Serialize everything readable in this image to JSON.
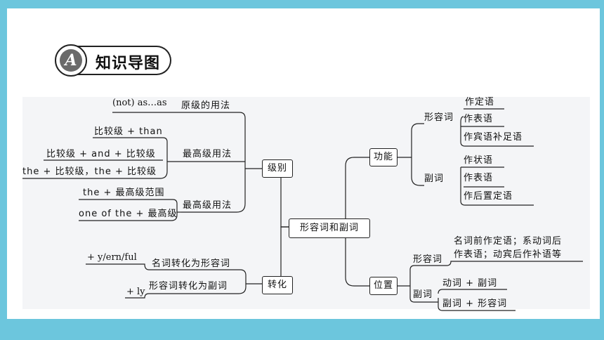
{
  "header": {
    "badge_letter": "A",
    "title": "知识导图"
  },
  "center": {
    "label": "形容词和副词"
  },
  "left": {
    "grade": {
      "label": "级别",
      "positive": {
        "label": "原级的用法",
        "items": [
          "(not) as…as"
        ]
      },
      "comparative": {
        "label": "最高级用法",
        "items": [
          "比较级 + than",
          "比较级 + and + 比较级",
          "the + 比较级，the + 比较级"
        ]
      },
      "superlative": {
        "label": "最高级用法",
        "items": [
          "the + 最高级范围",
          "one of the + 最高级"
        ]
      }
    },
    "conversion": {
      "label": "转化",
      "noun_to_adj": {
        "label": "名词转化为形容词",
        "suffix": "+ y/ern/ful"
      },
      "adj_to_adv": {
        "label": "形容词转化为副词",
        "suffix": "+ ly"
      }
    }
  },
  "right": {
    "function": {
      "label": "功能",
      "adjective": {
        "label": "形容词",
        "items": [
          "作定语",
          "作表语",
          "作宾语补足语"
        ]
      },
      "adverb": {
        "label": "副词",
        "items": [
          "作状语",
          "作表语",
          "作后置定语"
        ]
      }
    },
    "position": {
      "label": "位置",
      "adjective": {
        "label": "形容词",
        "lines": [
          "名词前作定语；系动词后",
          "作表语；动宾后作补语等"
        ]
      },
      "adverb": {
        "label": "副词",
        "items": [
          "动词 + 副词",
          "副词 + 形容词"
        ]
      }
    }
  }
}
